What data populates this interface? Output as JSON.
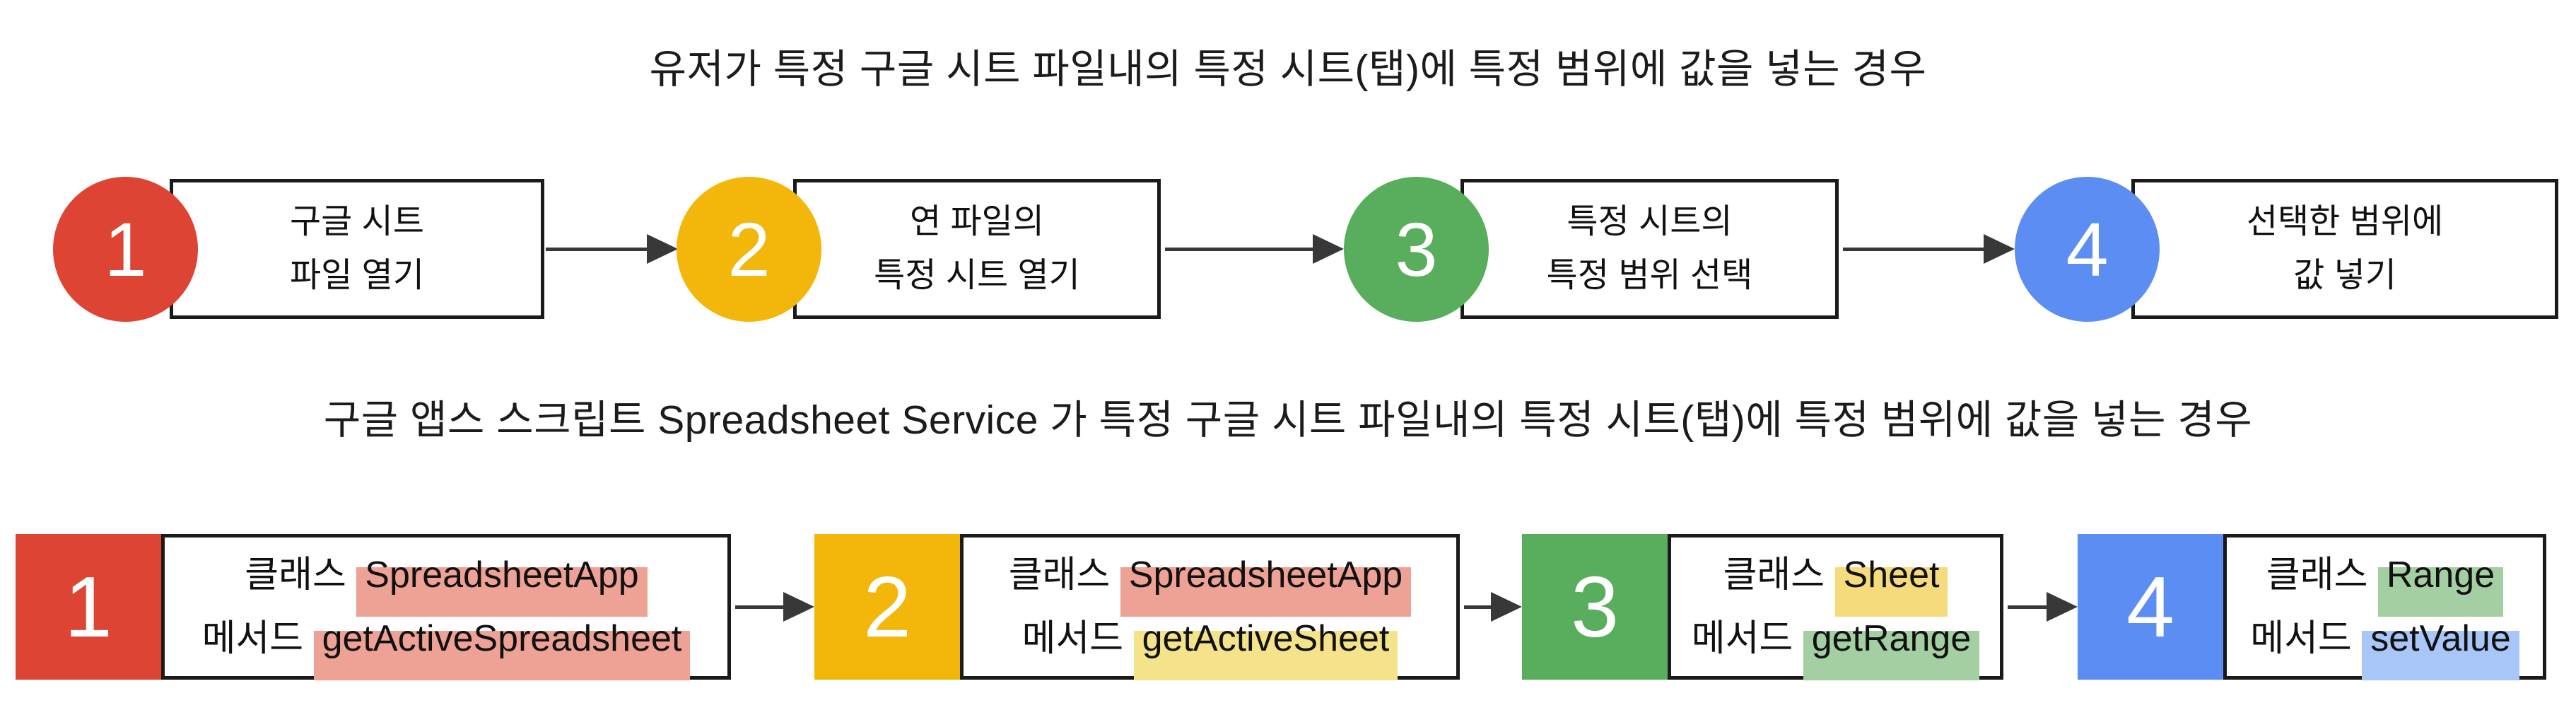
{
  "titles": {
    "user_flow": "유저가 특정 구글 시트 파일내의 특정 시트(탭)에 특정 범위에 값을 넣는 경우",
    "script_flow": "구글 앱스 스크립트 Spreadsheet Service 가 특정 구글 시트 파일내의 특정 시트(탭)에 특정 범위에 값을 넣는 경우"
  },
  "colors": {
    "step_red": "#DD4433",
    "step_yellow": "#F3B70B",
    "step_green": "#58AE5C",
    "step_blue": "#5C8DF2",
    "highlight_red": "#EEA295",
    "highlight_yellow_light": "#F4E38A",
    "highlight_yellow": "#F6DB7C",
    "highlight_green": "#A3CFA2",
    "highlight_blue": "#A8C6F8",
    "arrow": "#383838",
    "box_border": "#1A1A1A"
  },
  "user_flow": {
    "steps": [
      {
        "number": "1",
        "color": "#DD4433",
        "line1": "구글 시트",
        "line2": "파일 열기"
      },
      {
        "number": "2",
        "color": "#F3B70B",
        "line1": "연 파일의",
        "line2": "특정 시트 열기"
      },
      {
        "number": "3",
        "color": "#58AE5C",
        "line1": "특정 시트의",
        "line2": "특정 범위 선택"
      },
      {
        "number": "4",
        "color": "#5C8DF2",
        "line1": "선택한 범위에",
        "line2": "값 넣기"
      }
    ]
  },
  "script_flow": {
    "steps": [
      {
        "number": "1",
        "color": "#DD4433",
        "line1_label": "클래스",
        "line1_code": "SpreadsheetApp",
        "line1_highlight": "#EEA295",
        "line2_label": "메서드",
        "line2_code": "getActiveSpreadsheet",
        "line2_highlight": "#EEA295"
      },
      {
        "number": "2",
        "color": "#F3B70B",
        "line1_label": "클래스",
        "line1_code": "SpreadsheetApp",
        "line1_highlight": "#EEA295",
        "line2_label": "메서드",
        "line2_code": "getActiveSheet",
        "line2_highlight": "#F4E38A"
      },
      {
        "number": "3",
        "color": "#58AE5C",
        "line1_label": "클래스",
        "line1_code": "Sheet",
        "line1_highlight": "#F6DB7C",
        "line2_label": "메서드",
        "line2_code": "getRange",
        "line2_highlight": "#A3CFA2"
      },
      {
        "number": "4",
        "color": "#5C8DF2",
        "line1_label": "클래스",
        "line1_code": "Range",
        "line1_highlight": "#A3CFA2",
        "line2_label": "메서드",
        "line2_code": "setValue",
        "line2_highlight": "#A8C6F8"
      }
    ]
  }
}
